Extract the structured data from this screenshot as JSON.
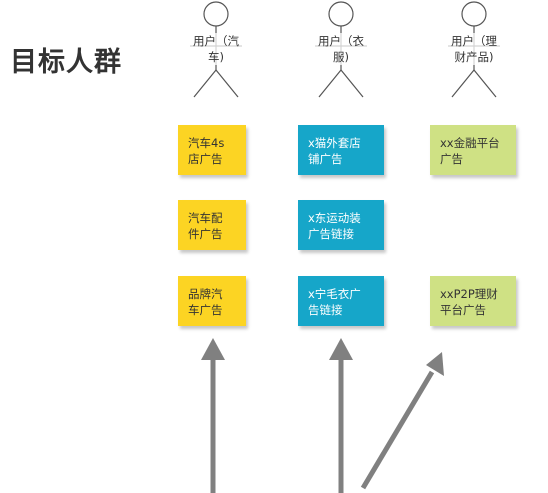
{
  "title": "目标人群",
  "actors": [
    {
      "line1": "用户（汽",
      "line2": "车)"
    },
    {
      "line1": "用户（衣",
      "line2": "服)"
    },
    {
      "line1": "用户（理",
      "line2": "财产品)"
    }
  ],
  "columns": [
    {
      "color": "yellow",
      "notes": [
        {
          "line1": "汽车4s",
          "line2": "店广告"
        },
        {
          "line1": "汽车配",
          "line2": "件广告"
        },
        {
          "line1": "品牌汽",
          "line2": "车广告"
        }
      ]
    },
    {
      "color": "blue",
      "notes": [
        {
          "line1": "x猫外套店",
          "line2": "铺广告"
        },
        {
          "line1": "x东运动装",
          "line2": "广告链接"
        },
        {
          "line1": "x宁毛衣广",
          "line2": "告链接"
        }
      ]
    },
    {
      "color": "green",
      "notes": [
        {
          "line1": "xx金融平台",
          "line2": "广告"
        },
        {
          "line1": "xxP2P理财",
          "line2": "平台广告"
        }
      ]
    }
  ],
  "colors": {
    "yellow": "#fcd423",
    "blue": "#16a6c9",
    "green": "#cfe184",
    "arrow": "#808080"
  }
}
